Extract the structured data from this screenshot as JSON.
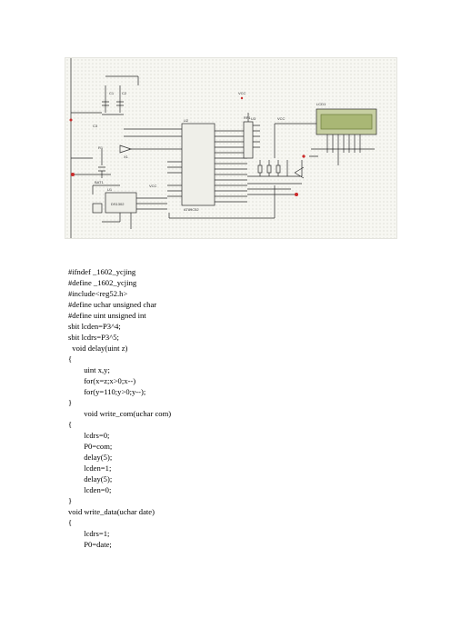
{
  "schematic": {
    "component_labels": {
      "c1": "C1",
      "c2": "C2",
      "c3": "C3",
      "u2": "U2",
      "u3": "U3",
      "u1": "U1",
      "lcd1": "LCD1",
      "rp1": "RP1",
      "r1": "R1",
      "x1": "X1",
      "bat1": "BAT1",
      "dfun": "DS1302",
      "mcu": "AT89C52",
      "vcc_a": "VCC",
      "vcc_b": "VCC",
      "vcc_c": "VCC"
    }
  },
  "code_lines": [
    "#ifndef _1602_ycjing",
    "#define _1602_ycjing",
    "#include<reg52.h>",
    "#define uchar unsigned char",
    "#define uint unsigned int",
    "sbit lcden=P3^4;",
    "sbit lcdrs=P3^5;",
    "  void delay(uint z)",
    "{",
    "        uint x,y;",
    "        for(x=z;x>0;x--)",
    "        for(y=110;y>0;y--);",
    "}",
    "        void write_com(uchar com)",
    "{",
    "        lcdrs=0;",
    "        P0=com;",
    "        delay(5);",
    "        lcden=1;",
    "        delay(5);",
    "        lcden=0;",
    "}",
    "void write_data(uchar date)",
    "{",
    "        lcdrs=1;",
    "        P0=date;"
  ]
}
